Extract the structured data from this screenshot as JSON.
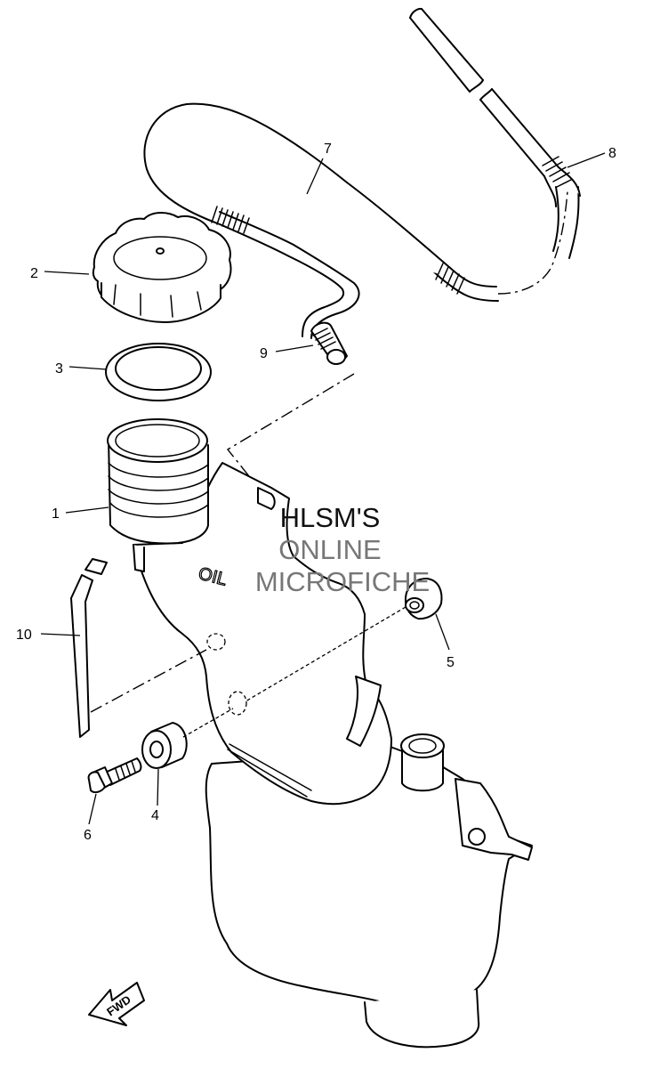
{
  "callouts": {
    "c1": "1",
    "c2": "2",
    "c3": "3",
    "c4": "4",
    "c5": "5",
    "c6": "6",
    "c7": "7",
    "c8": "8",
    "c9": "9",
    "c10": "10"
  },
  "tank_mark": "OIL",
  "direction_arrow": "FWD",
  "watermark": {
    "line1": "HLSM'S",
    "line2": "ONLINE",
    "line3": "MICROFICHE",
    "color_dark": "#111111",
    "color_light": "#777777"
  }
}
